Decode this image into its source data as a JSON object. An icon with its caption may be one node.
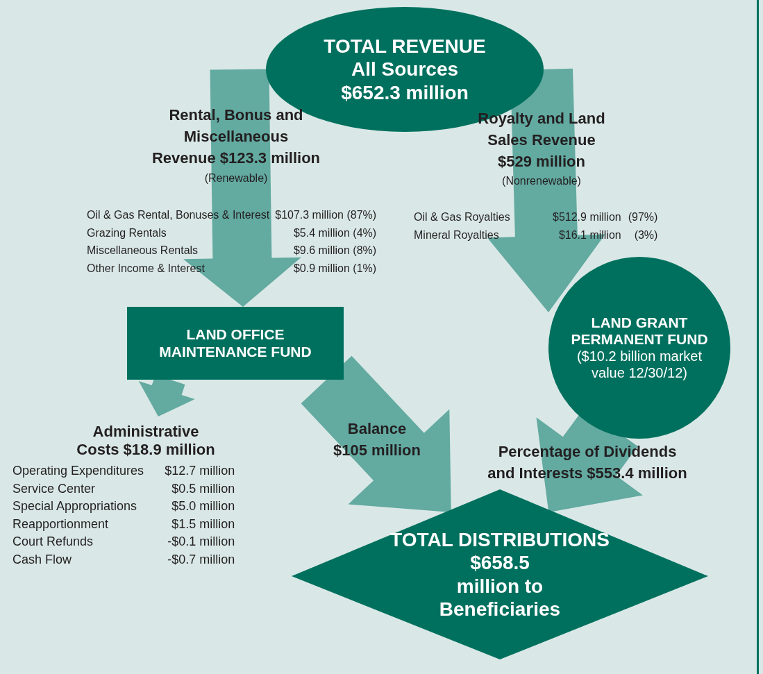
{
  "diagram": {
    "nodes": [
      {
        "text": [
          "TOTAL REVENUE",
          "All Sources $652.3 million"
        ]
      },
      {
        "text": [
          "LAND OFFICE MAINTENANCE FUND"
        ]
      },
      {
        "text": [
          "LAND GRANT PERMANENT FUND",
          "($10.2 billion market value 12/30/12)"
        ]
      },
      {
        "text": [
          "Administrative Costs $18.9 million"
        ]
      },
      {
        "text": [
          "TOTAL DISTRIBUTIONS",
          "$658.5 million to Beneficiaries"
        ]
      }
    ],
    "edges": [
      {
        "from": 0,
        "to": 1,
        "arrow": "to",
        "label": "Rental, Bonus and Miscellaneous Revenue $123.3 million"
      },
      {
        "from": 0,
        "to": 2,
        "arrow": "to",
        "label": "Royalty and Land Sales Revenue $529 million"
      },
      {
        "from": 1,
        "to": 3,
        "arrow": "to"
      },
      {
        "from": 1,
        "to": 4,
        "arrow": "to",
        "label": "Balance $105 million"
      },
      {
        "from": 2,
        "to": 4,
        "arrow": "to",
        "label": "Percentage of Dividends and Interests $553.4 million"
      }
    ],
    "labels": [
      "(Renewable)",
      "Oil & Gas Rental, Bonuses & Interest",
      "$107.3 million (87%)",
      "Grazing Rentals",
      "$5.4 million (4%)",
      "Miscellaneous Rentals",
      "$9.6 million (8%)",
      "Other Income & Interest",
      "$0.9 million (1%)",
      "(Nonrenewable)",
      "Oil & Gas Royalties",
      "$512.9 million",
      "(97%)",
      "Mineral Royalties",
      "$16.1 million",
      "(3%)",
      "Operating Expenditures",
      "$12.7 million",
      "Service Center",
      "$0.5 million",
      "Special Appropriations",
      "$5.0 million",
      "Reapportionment",
      "$1.5 million",
      "Court Refunds",
      "-$0.1 million",
      "Cash Flow",
      "-$0.7 million"
    ]
  }
}
